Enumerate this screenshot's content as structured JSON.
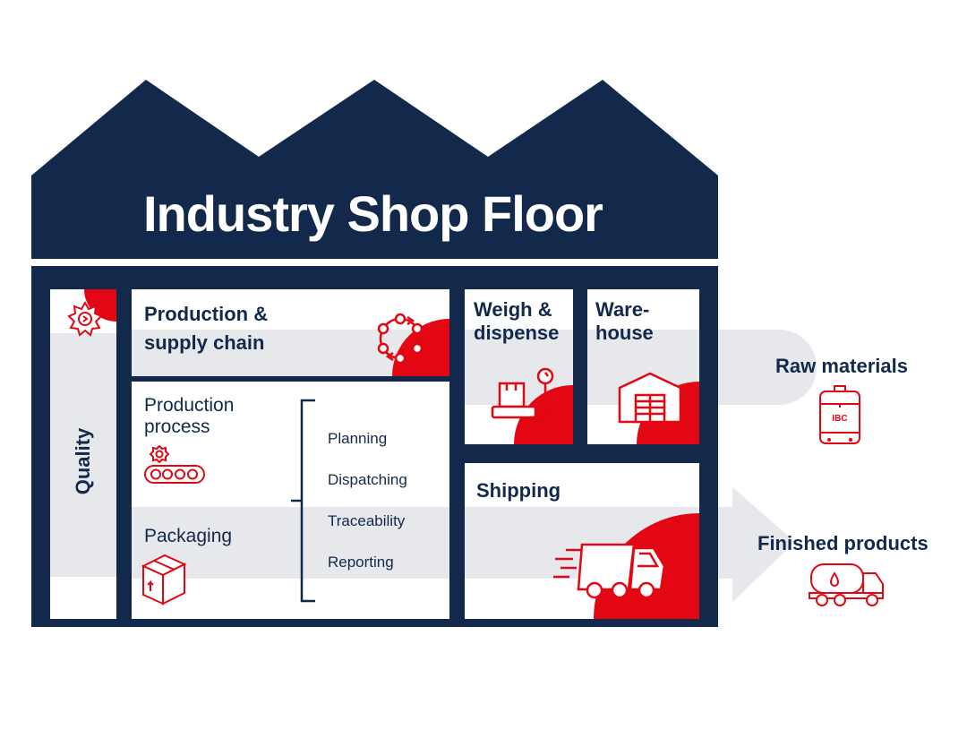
{
  "title": "Industry Shop Floor",
  "panels": {
    "production_supply_chain": [
      "Production &",
      "supply chain"
    ],
    "production_process": [
      "Production",
      "process"
    ],
    "packaging": "Packaging",
    "weigh_dispense": [
      "Weigh &",
      "dispense"
    ],
    "warehouse": [
      "Ware-",
      "house"
    ],
    "shipping": "Shipping",
    "quality": "Quality"
  },
  "process_items": [
    "Planning",
    "Dispatching",
    "Traceability",
    "Reporting"
  ],
  "side_labels": {
    "raw_materials": "Raw materials",
    "finished_products": "Finished products"
  },
  "icon_texts": {
    "ibc": "IBC"
  },
  "icons": [
    "quality-gear-icon",
    "supply-chain-cycle-icon",
    "conveyor-gear-icon",
    "package-box-icon",
    "weighing-scale-icon",
    "warehouse-icon",
    "delivery-truck-icon",
    "ibc-container-icon",
    "tank-truck-icon"
  ],
  "colors": {
    "navy": "#13294b",
    "red": "#e30613",
    "light_gray": "#e6e8ec",
    "white": "#ffffff"
  }
}
